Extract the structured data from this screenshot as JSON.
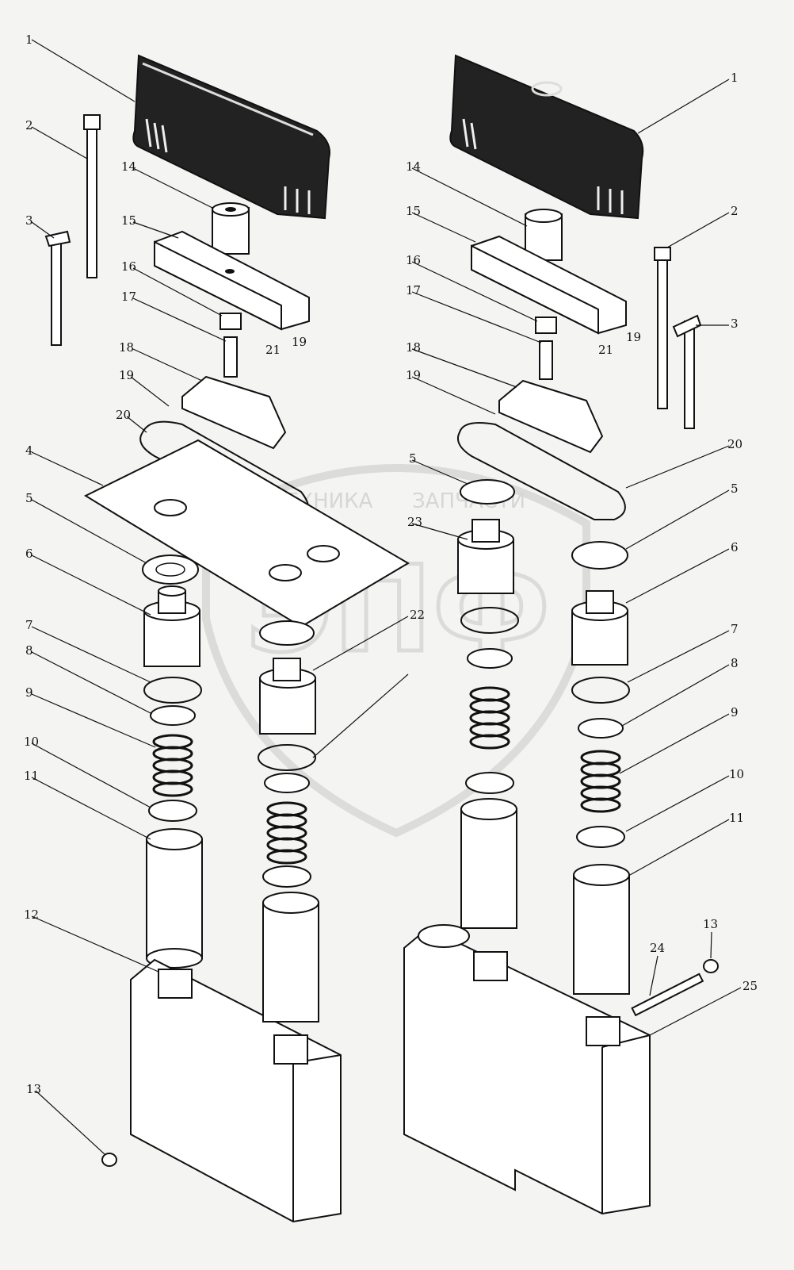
{
  "watermark": {
    "left": "ТЕХНИКА",
    "right": "ЗАПЧАСТИ",
    "logo": "ЭПФ"
  },
  "left_labels": [
    "1",
    "2",
    "3",
    "14",
    "15",
    "16",
    "17",
    "18",
    "19",
    "20",
    "21",
    "19",
    "4",
    "5",
    "6",
    "22",
    "7",
    "8",
    "9",
    "10",
    "11",
    "12",
    "13"
  ],
  "right_labels": [
    "1",
    "14",
    "15",
    "16",
    "17",
    "18",
    "19",
    "2",
    "3",
    "21",
    "19",
    "20",
    "5",
    "23",
    "5",
    "6",
    "7",
    "8",
    "9",
    "10",
    "11",
    "13",
    "24",
    "25"
  ],
  "colors": {
    "ink": "#111111",
    "paper": "#f4f4f2",
    "watermark": "#c8c8c8"
  }
}
